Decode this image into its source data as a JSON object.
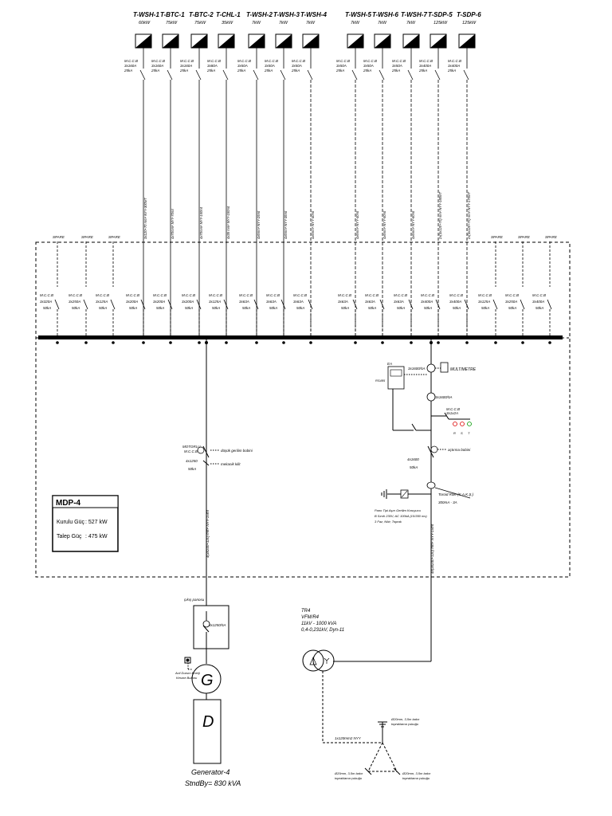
{
  "feeders_top": [
    {
      "name": "T-WSH-1",
      "power": "60kW",
      "breaker": [
        "M.C.C.B",
        "3x160A",
        "25kA"
      ],
      "cable": "3x120+70 mm² NYY-300MT"
    },
    {
      "name": "T-BTC-1",
      "power": "75kW",
      "breaker": [
        "M.C.C.B",
        "3x160A",
        "25kA"
      ],
      "cable": "4x70mm² NYY-70mt"
    },
    {
      "name": "T-BTC-2",
      "power": "75kW",
      "breaker": [
        "M.C.C.B",
        "3x160A",
        "25kA"
      ],
      "cable": "4x70mm² NYY-150mt"
    },
    {
      "name": "T-CHL-1",
      "power": "35kW",
      "breaker": [
        "M.C.C.B",
        "3x80A",
        "25kA"
      ],
      "cable": "4x35 mm² NYY-150mt"
    },
    {
      "name": "T-WSH-2",
      "power": "7kW",
      "breaker": [
        "M.C.C.B",
        "3x50A",
        "25kA"
      ],
      "cable": "4x6mm² NYY-25mt"
    },
    {
      "name": "T-WSH-3",
      "power": "7kW",
      "breaker": [
        "M.C.C.B",
        "3x50A",
        "25kA"
      ],
      "cable": "4x6mm² NYY-35mt"
    },
    {
      "name": "T-WSH-4",
      "power": "7kW",
      "breaker": [
        "M.C.C.B",
        "3x50A",
        "25kA"
      ],
      "cable": "4x6mm² NYY-40mt"
    },
    {
      "name": "T-WSH-5",
      "power": "7kW",
      "breaker": [
        "M.C.C.B",
        "3x50A",
        "25kA"
      ],
      "cable": "4x6mm² NYY-40mt"
    },
    {
      "name": "T-WSH-6",
      "power": "7kW",
      "breaker": [
        "M.C.C.B",
        "3x50A",
        "25kA"
      ],
      "cable": "4x6mm² NYY-50mt"
    },
    {
      "name": "T-WSH-7",
      "power": "7kW",
      "breaker": [
        "M.C.C.B",
        "3x50A",
        "25kA"
      ],
      "cable": "4x6mm² NYY-60mt"
    },
    {
      "name": "T-SDP-5",
      "power": "125kW",
      "breaker": [
        "M.C.C.B",
        "3x400A",
        "25kA"
      ],
      "cable": "2x(3x120+70) mm² NYY-180MT"
    },
    {
      "name": "T-SDP-6",
      "power": "125kW",
      "breaker": [
        "M.C.C.B",
        "3x400A",
        "25kA"
      ],
      "cable": "2x(3x120+70) mm² NYY-170MT"
    }
  ],
  "panel_breakers": [
    {
      "title": "M.C.C.B",
      "rating": "3x320A",
      "icu": "50kA",
      "spare": true
    },
    {
      "title": "M.C.C.B",
      "rating": "3x250A",
      "icu": "50kA",
      "spare": true
    },
    {
      "title": "M.C.C.B",
      "rating": "3x125A",
      "icu": "50kA",
      "spare": true
    },
    {
      "title": "M.C.C.B",
      "rating": "3x200A",
      "icu": "50kA",
      "spare": false
    },
    {
      "title": "M.C.C.B",
      "rating": "3x200A",
      "icu": "50kA",
      "spare": false
    },
    {
      "title": "M.C.C.B",
      "rating": "3x200A",
      "icu": "50kA",
      "spare": false
    },
    {
      "title": "M.C.C.B",
      "rating": "3x125A",
      "icu": "50kA",
      "spare": false
    },
    {
      "title": "M.C.C.B",
      "rating": "3x63A",
      "icu": "50kA",
      "spare": false
    },
    {
      "title": "M.C.C.B",
      "rating": "3x63A",
      "icu": "50kA",
      "spare": false
    },
    {
      "title": "M.C.C.B",
      "rating": "3x63A",
      "icu": "50kA",
      "spare": false
    },
    {
      "title": "M.C.C.B",
      "rating": "3x63A",
      "icu": "50kA",
      "spare": false
    },
    {
      "title": "M.C.C.B",
      "rating": "3x63A",
      "icu": "50kA",
      "spare": false
    },
    {
      "title": "M.C.C.B",
      "rating": "3x63A",
      "icu": "50kA",
      "spare": false
    },
    {
      "title": "M.C.C.B",
      "rating": "3x400A",
      "icu": "50kA",
      "spare": false
    },
    {
      "title": "M.C.C.B",
      "rating": "3x400A",
      "icu": "50kA",
      "spare": false
    },
    {
      "title": "M.C.C.B",
      "rating": "3x125A",
      "icu": "50kA",
      "spare": true
    },
    {
      "title": "M.C.C.B",
      "rating": "3x250A",
      "icu": "50kA",
      "spare": true
    },
    {
      "title": "M.C.C.B",
      "rating": "3x400A",
      "icu": "50kA",
      "spare": true
    }
  ],
  "spare_label": "SPARE",
  "mdp": {
    "title": "MDP-4",
    "installed_label": "Kurulu Güç",
    "installed_value": ": 527 kW",
    "demand_label": "Talep Güç",
    "demand_value": ": 475 kW"
  },
  "gen_feeder": {
    "breaker": [
      "MOTORLU",
      "M.C.C.B",
      "4x1250",
      "50kA"
    ],
    "note1": "düşük gerilim bobini",
    "note2": "mekanik kilit",
    "cable": "4(3x240+120) mm² NYY-15mt"
  },
  "incomer": {
    "meter_ct": "3x1600/5A",
    "meter_label": "MULTIMETRE",
    "ea_label": "EA",
    "rs_label": "RS485",
    "ct2": "3x1600/5A",
    "small_breaker": [
      "M.C.C.B",
      "3x1x2A"
    ],
    "lamps": [
      "R",
      "S",
      "T"
    ],
    "main_breaker": [
      "4x1600",
      "50kA"
    ],
    "main_note": "açtırma bobini",
    "relay_label": "Toroid Röle (K.A.K.Ş.)",
    "relay_value": "300mA - 3A",
    "spd": [
      "Pano Tipi Aşırı Gerilim Koruyucu",
      "B Sınıfı 230V, AC 100kA (10/350 ms)",
      "3 Faz, Nötr, Toprak"
    ],
    "cable": "4x(3x240+120) mm² NYY-15mt"
  },
  "generator": {
    "panel": "çıkış panosu",
    "breaker": "3x1250/5A",
    "estop": [
      "Acil Durum Enerji",
      "Kesme Butonu"
    ],
    "gen": "G",
    "diesel": "D",
    "name": "Generator-4",
    "rating": "StndBy= 830 kVA"
  },
  "transformer": {
    "name": "TR4",
    "model": "VFM/R4",
    "voltage": "11kV - 1000 kVA",
    "ratio": "0,4-0,231kV, Dyn-11",
    "earth_cable": "1x120mm2 NYY",
    "rods": [
      "Ø20mm, 3,5m bakır",
      "topraklama çubuğu"
    ]
  }
}
